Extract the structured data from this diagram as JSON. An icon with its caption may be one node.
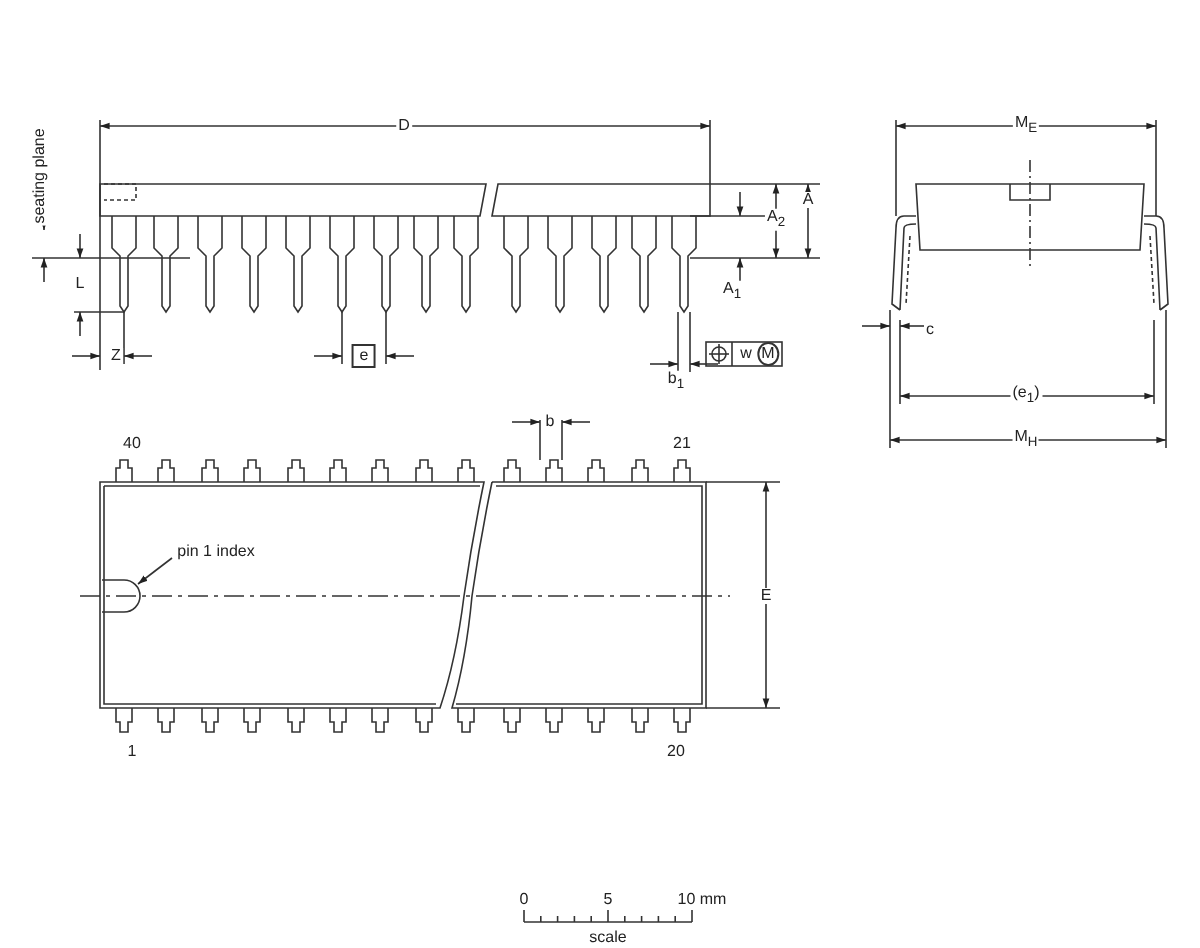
{
  "diagram": {
    "nodes": [
      {
        "text": [
          "pin 1 index"
        ]
      },
      {
        "text": [],
        "shape": "semicircle"
      }
    ],
    "edges": [
      {
        "from": 0,
        "to": 1,
        "arrow": "to"
      }
    ],
    "labels": [
      "D",
      "M$_{E}$",
      "seating plane",
      "A",
      "A$_{2}$",
      "L",
      "A$_{1}$",
      "c",
      "Z",
      "e",
      "w",
      "M",
      "b$_{1}$",
      "(e$_{1}$)",
      "b",
      "40",
      "21",
      "M$_{H}$",
      "E",
      "1",
      "20",
      "0",
      "5",
      "10 mm",
      "scale"
    ]
  }
}
